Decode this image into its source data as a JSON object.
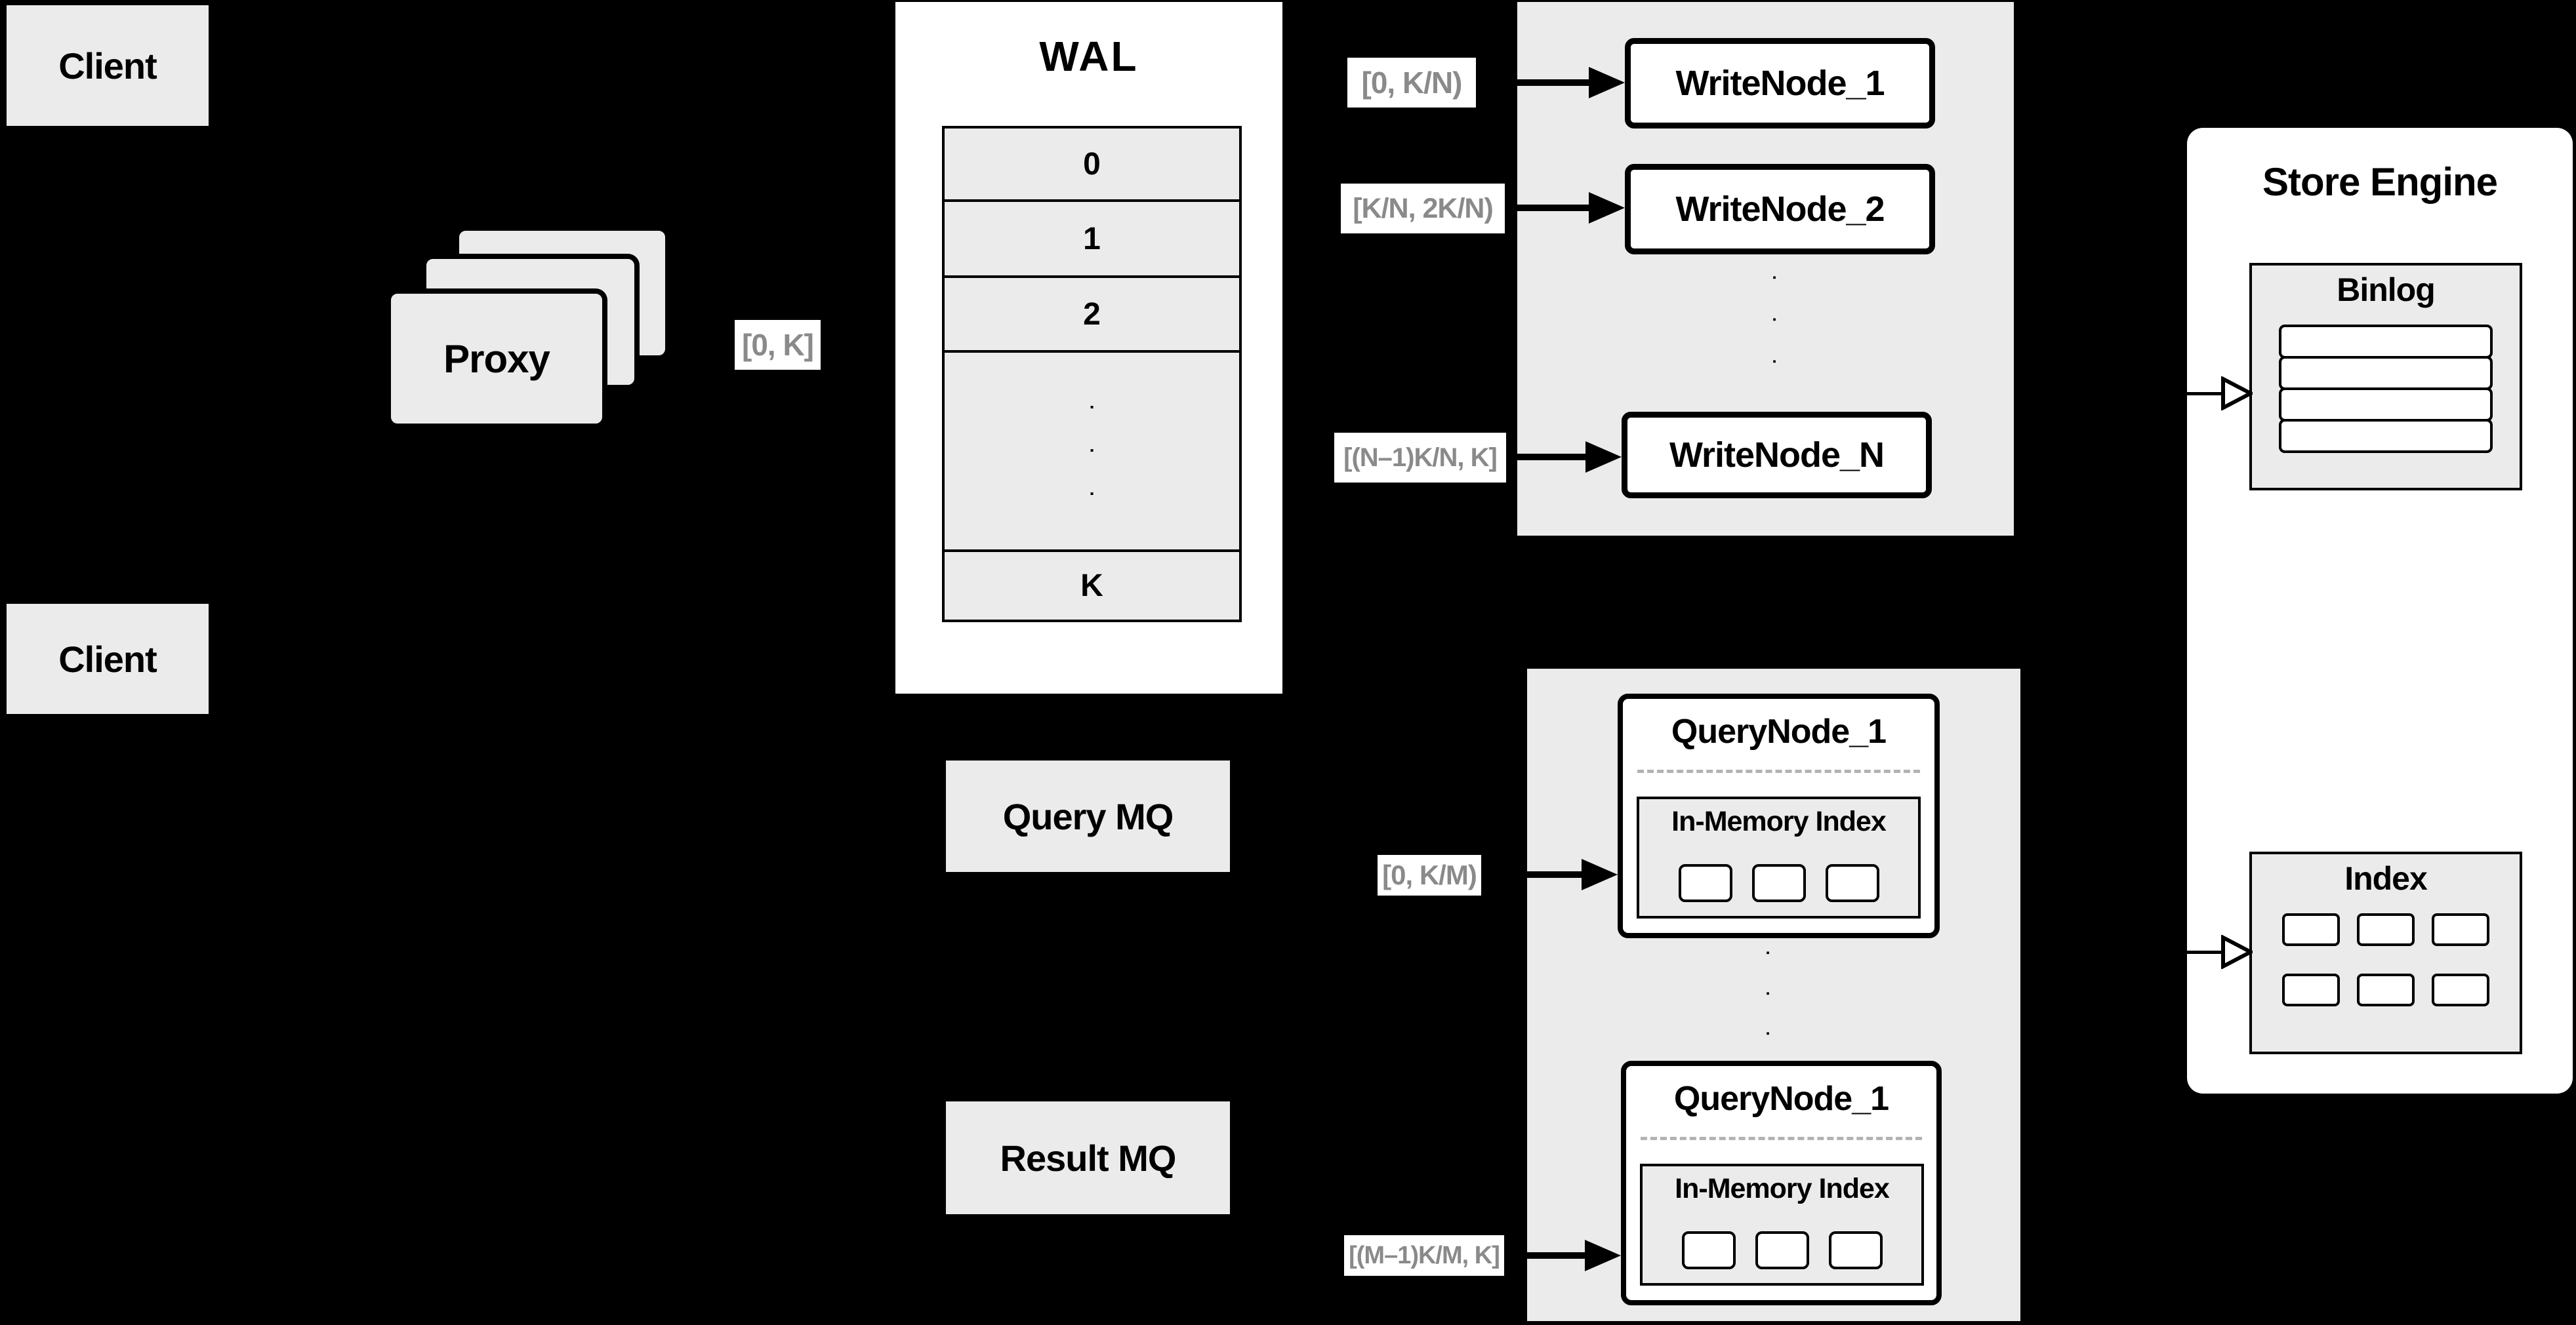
{
  "colors": {
    "background": "#000000",
    "panel_gray": "#ebebeb",
    "panel_white": "#ffffff",
    "line_black": "#000000",
    "chip_text_gray": "#8a8a8a",
    "dash_gray": "#b3b3b3"
  },
  "clients": {
    "top": "Client",
    "bottom": "Client"
  },
  "proxy": {
    "label": "Proxy"
  },
  "wal": {
    "title": "WAL",
    "row0": "0",
    "row1": "1",
    "row2": "2",
    "rowK": "K"
  },
  "chips": {
    "proxy_out": "[0, K]",
    "w1": "[0, K/N)",
    "w2": "[K/N, 2K/N)",
    "wn": "[(N–1)K/N, K]",
    "q1": "[0, K/M)",
    "qm": "[(M–1)K/M, K]"
  },
  "write": {
    "n1": "WriteNode_1",
    "n2": "WriteNode_2",
    "nn": "WriteNode_N"
  },
  "store": {
    "title": "Store Engine",
    "binlog": "Binlog",
    "index": "Index"
  },
  "mq": {
    "query": "Query MQ",
    "result": "Result MQ"
  },
  "qnodes": {
    "top_title": "QueryNode_1",
    "bottom_title": "QueryNode_1",
    "inmem_top": "In-Memory Index",
    "inmem_bottom": "In-Memory Index"
  },
  "glyphs": {
    "dot": "▪"
  }
}
